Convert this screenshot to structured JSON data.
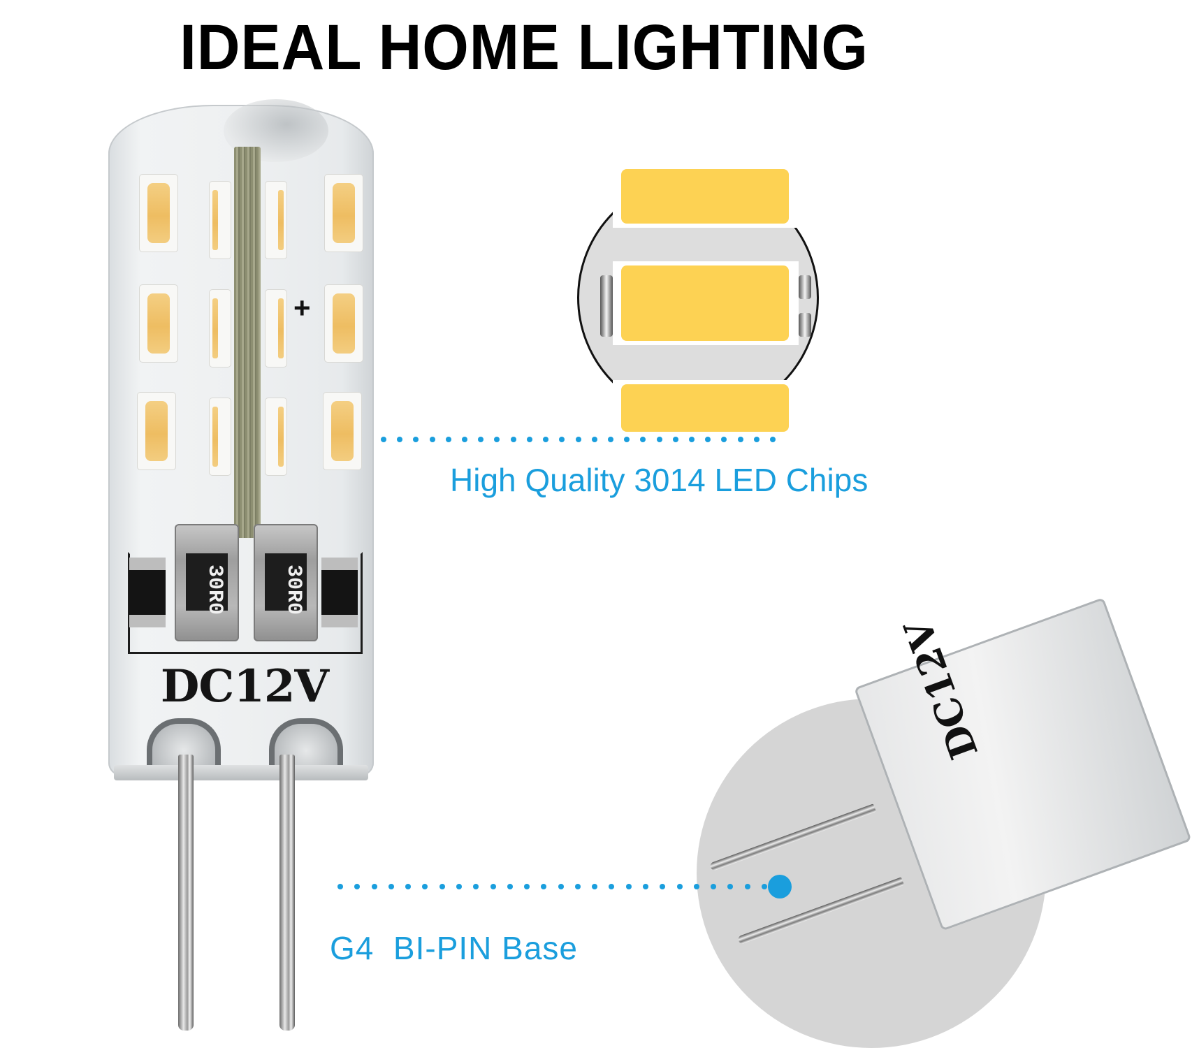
{
  "headline": "IDEAL HOME LIGHTING",
  "bulb": {
    "component_code_left": "30R0",
    "component_code_right": "30R0",
    "voltage_label": "DC12V",
    "polarity_mark": "+"
  },
  "callouts": [
    {
      "id": "led-chips",
      "text": "High Quality 3014 LED Chips"
    },
    {
      "id": "bi-pin-base",
      "text": "G4  BI-PIN Base"
    }
  ],
  "base_zoom": {
    "voltage_label_rotated": "DC12V"
  },
  "colors": {
    "accent_blue": "#1a9edd",
    "led_yellow": "#fdd253",
    "headline": "#000000"
  }
}
